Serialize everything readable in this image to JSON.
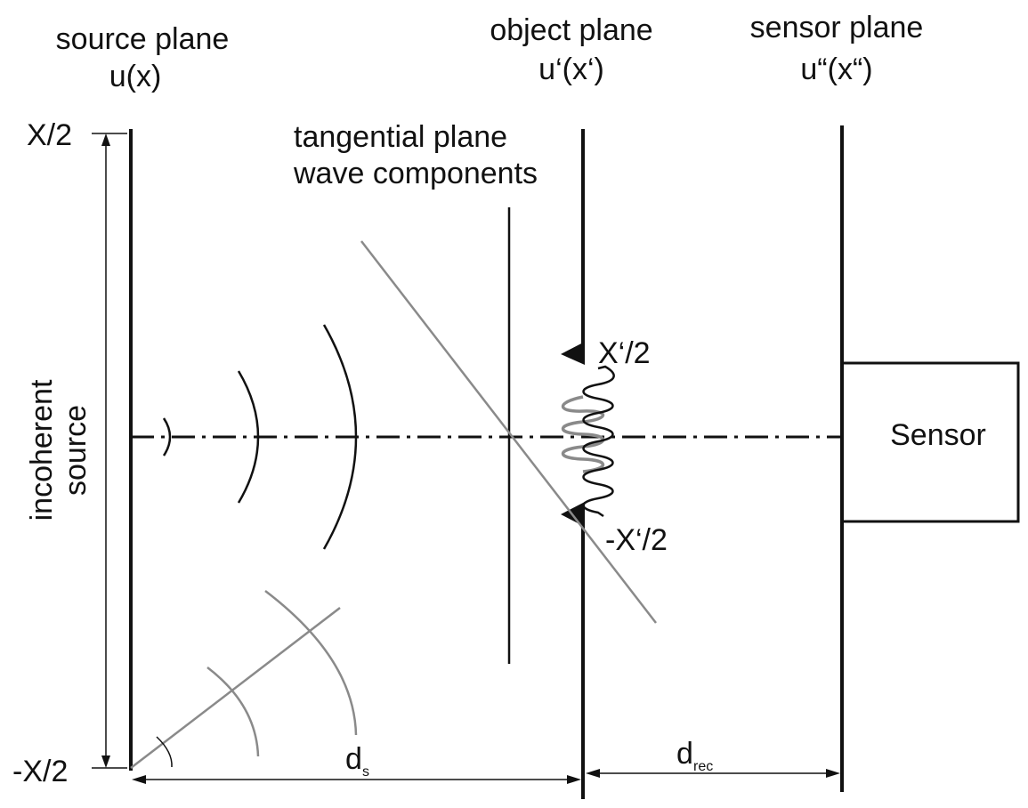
{
  "labels": {
    "source_plane": "source plane",
    "source_field": "u(x)",
    "object_plane": "object plane",
    "object_field": "u‘(x‘)",
    "sensor_plane": "sensor plane",
    "sensor_field": "u“(x“)",
    "tangential_line1": "tangential plane",
    "tangential_line2": "wave components",
    "x_top": "X/2",
    "x_bottom": "-X/2",
    "incoherent_line1": "incoherent",
    "incoherent_line2": "source",
    "xp_top": "X‘/2",
    "xp_bottom": "-X‘/2",
    "sensor_box": "Sensor",
    "d_s_main": "d",
    "d_s_sub": "s",
    "d_rec_main": "d",
    "d_rec_sub": "rec"
  },
  "colors": {
    "line": "#111111",
    "gray": "#8a8a8a",
    "background": "#ffffff"
  }
}
